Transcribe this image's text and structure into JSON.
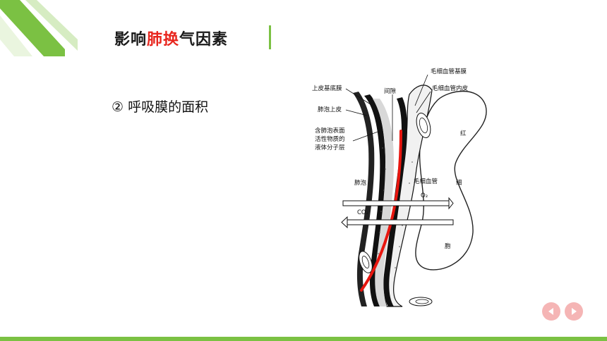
{
  "slide": {
    "title_prefix": "影响",
    "title_highlight": "肺换",
    "title_suffix": "气因素",
    "point_number": "②",
    "point_text": "呼吸膜的面积"
  },
  "diagram": {
    "labels": {
      "epithelial_basement": "上皮基底膜",
      "interstitium": "间隙",
      "capillary_basement": "毛细血管基膜",
      "capillary_endothelium": "毛细血管内皮",
      "alveolar_epithelium": "肺泡上皮",
      "surfactant_line1": "含肺泡表面",
      "surfactant_line2": "活性物质的",
      "surfactant_line3": "液体分子层",
      "alveolus": "肺泡",
      "capillary": "毛细血管",
      "o2": "O₂",
      "co2": "CO₂",
      "rbc_1": "红",
      "rbc_2": "细",
      "rbc_3": "胞"
    }
  },
  "colors": {
    "accent_green": "#7bc143",
    "title_red": "#e8261e",
    "nav_pink": "#f5b5b5",
    "membrane_red": "#e8160f"
  },
  "nav": {
    "prev_icon": "triangle-left-icon",
    "next_icon": "triangle-right-icon"
  }
}
